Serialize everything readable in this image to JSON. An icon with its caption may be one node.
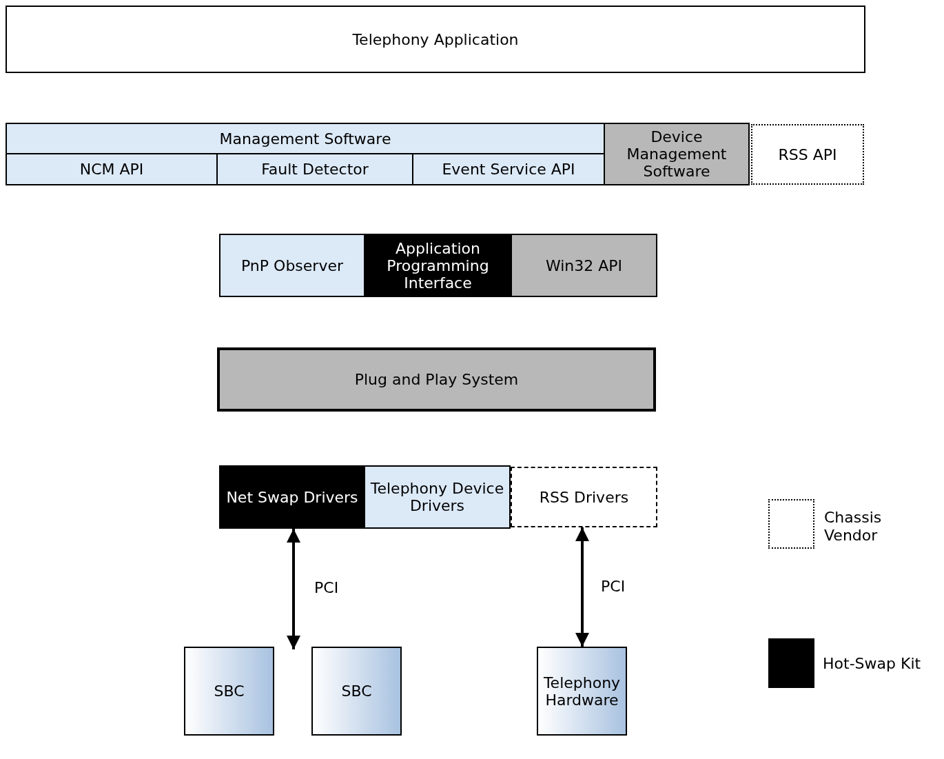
{
  "diagram": {
    "nodes": [
      {
        "text": [
          "Telephony Application"
        ]
      },
      {
        "text": [
          "Management Software"
        ]
      },
      {
        "text": [
          "NCM API"
        ]
      },
      {
        "text": [
          "Fault Detector"
        ]
      },
      {
        "text": [
          "Event Service API"
        ]
      },
      {
        "text": [
          "Device Management Software"
        ]
      },
      {
        "text": [
          "RSS API"
        ]
      },
      {
        "text": [
          "PnP Observer"
        ]
      },
      {
        "text": [
          "Application Programming Interface"
        ]
      },
      {
        "text": [
          "Win32 API"
        ]
      },
      {
        "text": [
          "Plug and Play System"
        ]
      },
      {
        "text": [
          "Net Swap Drivers"
        ]
      },
      {
        "text": [
          "Telephony Device Drivers"
        ]
      },
      {
        "text": [
          "RSS Drivers"
        ]
      },
      {
        "text": [
          "SBC"
        ]
      },
      {
        "text": [
          "SBC"
        ]
      },
      {
        "text": [
          "Telephony Hardware"
        ]
      }
    ],
    "edges": [
      {
        "from": 11,
        "to": 14,
        "arrow": "both",
        "label": "PCI"
      },
      {
        "from": 13,
        "to": 16,
        "arrow": "both",
        "label": "PCI"
      }
    ],
    "legend": [
      {
        "text": "Chassis Vendor"
      },
      {
        "text": "Hot-Swap Kit",
        "color": "#000000"
      }
    ]
  }
}
